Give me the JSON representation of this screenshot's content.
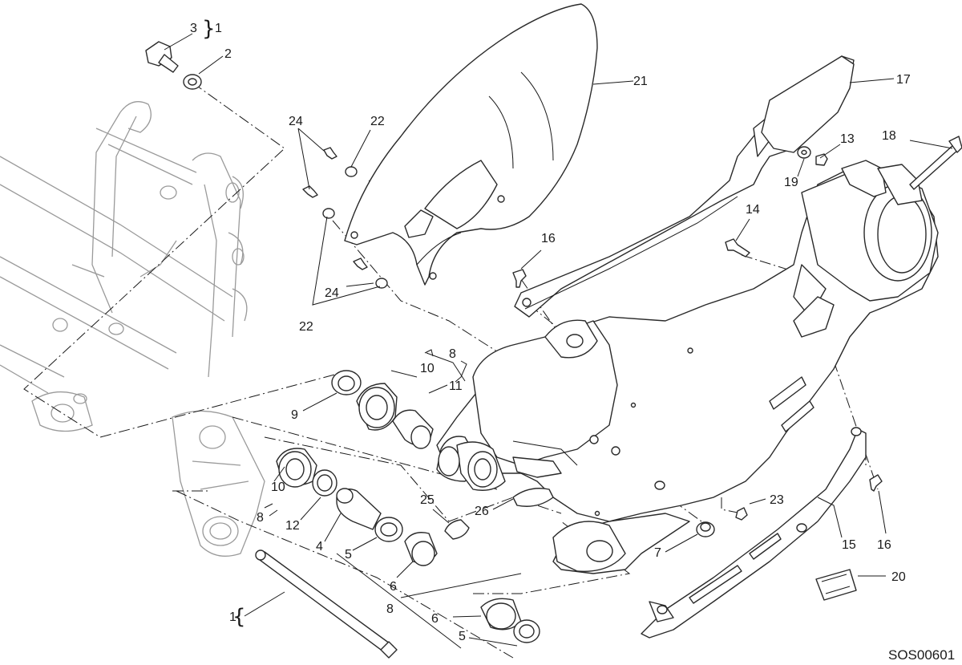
{
  "drawing_code": "SOS00601",
  "callouts": {
    "c1a": "1",
    "c1b": "1",
    "c2": "2",
    "c3": "3",
    "c4": "4",
    "c5a": "5",
    "c5b": "5",
    "c6a": "6",
    "c6b": "6",
    "c7": "7",
    "c8a": "8",
    "c8b": "8",
    "c8c": "8",
    "c9": "9",
    "c10a": "10",
    "c10b": "10",
    "c11": "11",
    "c12": "12",
    "c13": "13",
    "c14": "14",
    "c15": "15",
    "c16a": "16",
    "c16b": "16",
    "c17": "17",
    "c18": "18",
    "c19": "19",
    "c20": "20",
    "c21": "21",
    "c22a": "22",
    "c22b": "22",
    "c23": "23",
    "c24a": "24",
    "c24b": "24",
    "c25": "25",
    "c26": "26"
  }
}
